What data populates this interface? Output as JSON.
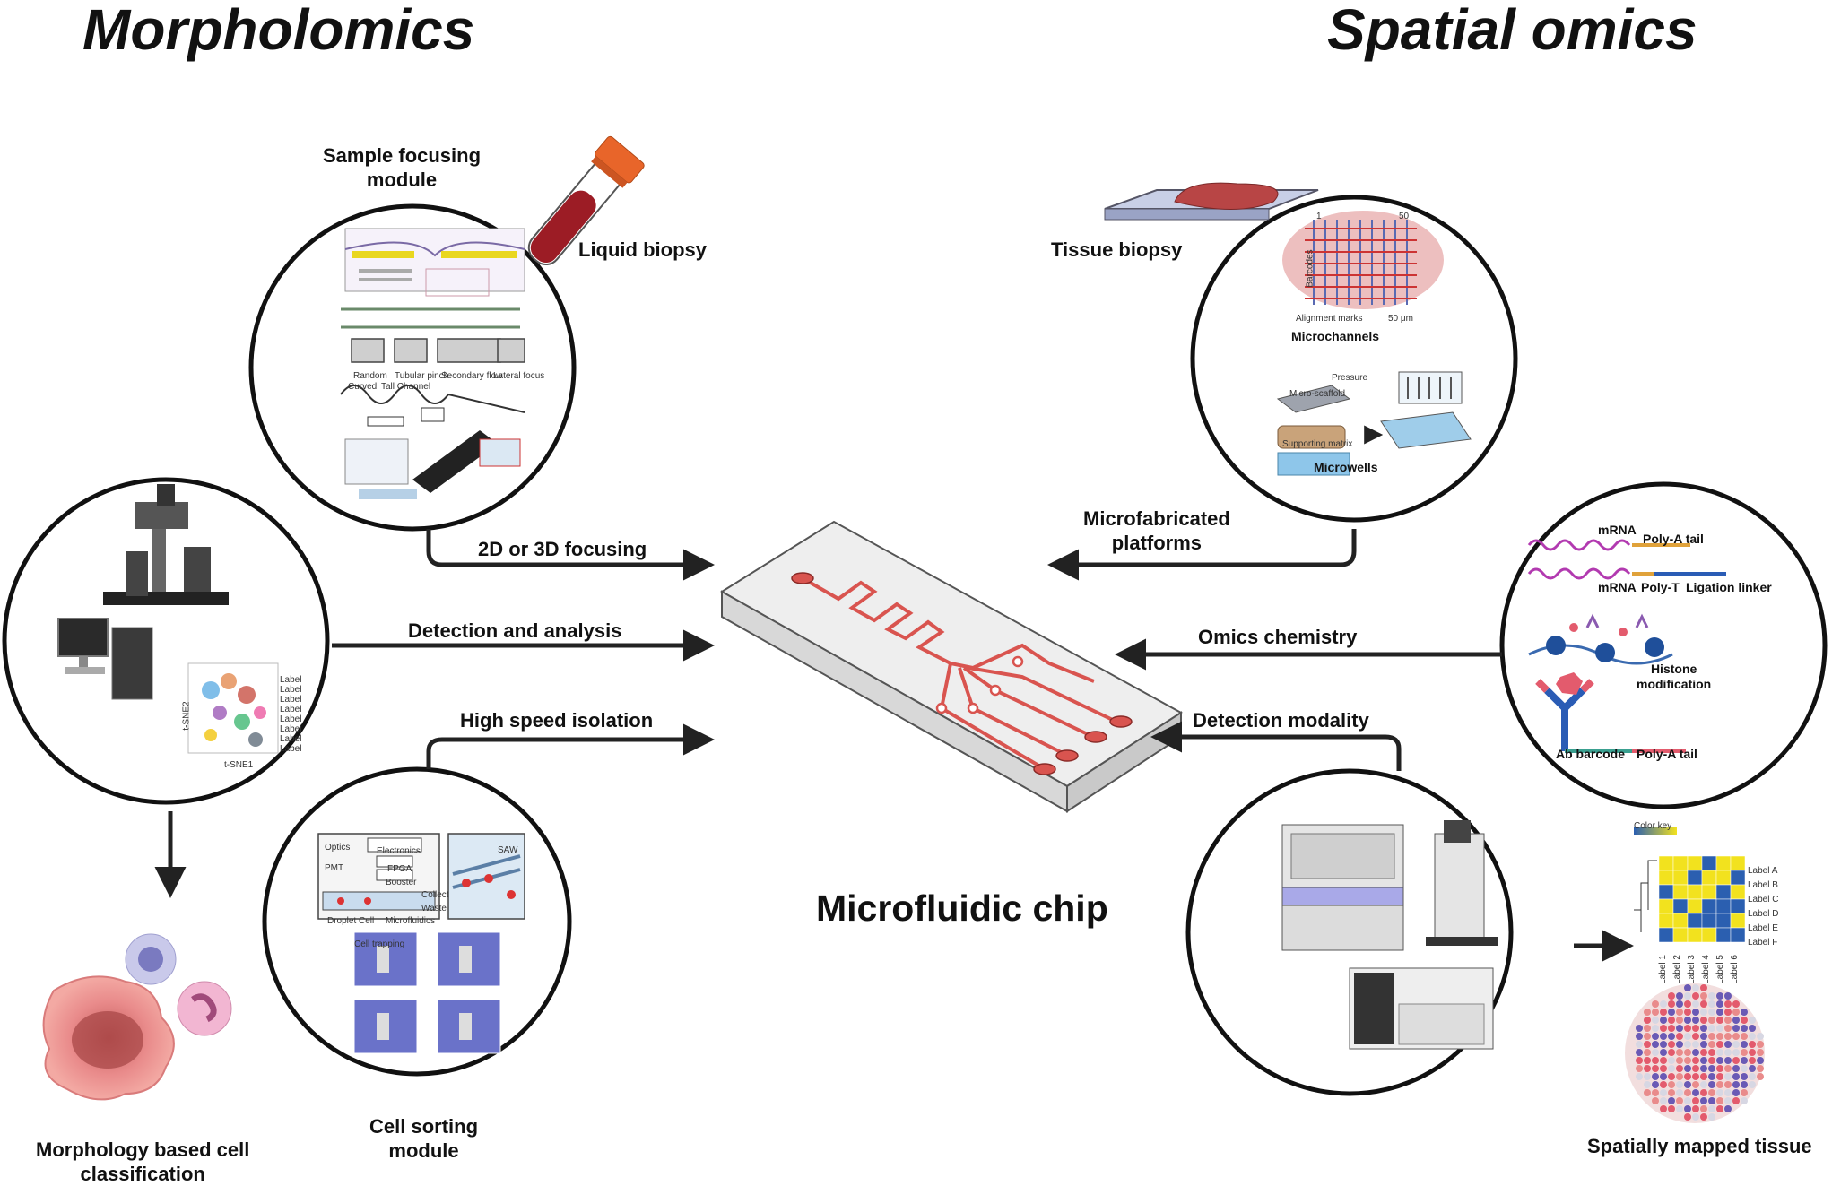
{
  "titles": {
    "left": "Morpholomics",
    "right": "Spatial omics",
    "center": "Microfluidic chip"
  },
  "left": {
    "sample_focusing": "Sample focusing\nmodule",
    "liquid_biopsy": "Liquid  biopsy",
    "focusing_arrow": "2D or 3D focusing",
    "detection_arrow": "Detection and analysis",
    "isolation_arrow": "High speed isolation",
    "cell_sorting": "Cell sorting\nmodule",
    "classification": "Morphology based cell\nclassification",
    "focus_inset_labels": [
      "Random",
      "Tubular pinch",
      "Secondary flow",
      "Lateral focus",
      "Curved",
      "Tall Channel"
    ],
    "sorting_inset_labels": [
      "Optics",
      "Electronics",
      "FPGA",
      "Booster",
      "PMT",
      "Collect",
      "Waste",
      "Droplet",
      "Cell",
      "Microfluidics",
      "Cell trapping",
      "SAW"
    ],
    "tsne_labels": [
      "t-SNE1",
      "t-SNE2"
    ],
    "tsne_legend": [
      "Label",
      "Label",
      "Label",
      "Label",
      "Label",
      "Label",
      "Label",
      "Label"
    ]
  },
  "right": {
    "tissue_biopsy": "Tissue  biopsy",
    "microchannels": "Microchannels",
    "microwells": "Microwells",
    "microfab_arrow": "Microfabricated\nplatforms",
    "omics_arrow": "Omics chemistry",
    "detection_modality": "Detection modality",
    "spatially_mapped": "Spatially mapped tissue",
    "chem_labels": {
      "mrna1": "mRNA",
      "polya1": "Poly-A tail",
      "mrna2": "mRNA",
      "polyt": "Poly-T",
      "ligation": "Ligation linker",
      "histone": "Histone\nmodification",
      "ab_barcode": "Ab barcode",
      "polya2": "Poly-A tail"
    },
    "microchannel_labels": {
      "barcodes": "Barcodes",
      "alignment": "Alignment marks",
      "scale": "50 μm",
      "one": "1",
      "fifty": "50"
    },
    "microwell_labels": {
      "pressure": "Pressure",
      "scaffold": "Micro-scaffold",
      "matrix": "Supporting matrix"
    },
    "heatmap": {
      "color_key": "Color key",
      "row_labels": [
        "Label A",
        "Label B",
        "Label C",
        "Label D",
        "Label E",
        "Label F"
      ],
      "col_labels": [
        "Label 1",
        "Label 2",
        "Label 3",
        "Label 4",
        "Label 5",
        "Label 6"
      ]
    }
  },
  "colors": {
    "chip_channel": "#d9544f",
    "heat_yellow": "#f2e21e",
    "heat_blue": "#2b5fb0"
  }
}
